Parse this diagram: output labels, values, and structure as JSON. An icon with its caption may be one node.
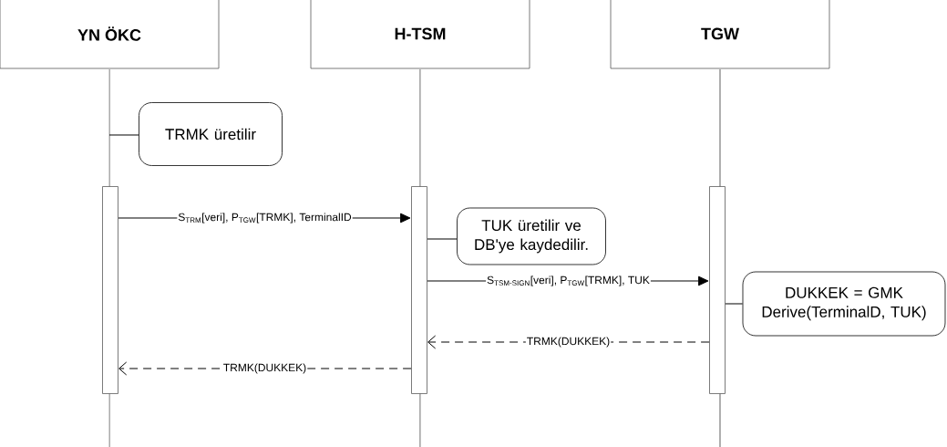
{
  "diagram": {
    "nodes": [
      {
        "text": [
          "YN ÖKC"
        ]
      },
      {
        "text": [
          "H-TSM"
        ]
      },
      {
        "text": [
          "TGW"
        ]
      },
      {
        "text": [],
        "shape": "bar"
      },
      {
        "text": [],
        "shape": "bar"
      },
      {
        "text": [],
        "shape": "bar"
      },
      {
        "text": [
          "TRMK üretilir"
        ]
      },
      {
        "text": [
          "TUK üretilir ve DB'ye kaydedilir."
        ]
      },
      {
        "text": [
          "DUKKEK = GMK Derive(TerminalD, TUK)"
        ]
      }
    ],
    "edges": [
      {
        "from": null,
        "to": 6,
        "arrow": "none"
      },
      {
        "from": 3,
        "to": 4,
        "arrow": "to",
        "label": "S$_{TRM}$[veri], P$_{TGW}$[TRMK], TerminalID"
      },
      {
        "from": 4,
        "to": 7,
        "arrow": "none"
      },
      {
        "from": 4,
        "to": 5,
        "arrow": "to",
        "label": "S$_{TSM-SIGN}$[veri], P$_{TGW}$[TRMK], TUK"
      },
      {
        "from": 5,
        "to": 8,
        "arrow": "none"
      },
      {
        "from": 5,
        "to": 4,
        "arrow": "to",
        "style": "dashed",
        "label": "TRMK(DUKKEK)"
      },
      {
        "from": 4,
        "to": 3,
        "arrow": "to",
        "style": "dashed",
        "label": "TRMK(DUKKEK)"
      }
    ]
  }
}
